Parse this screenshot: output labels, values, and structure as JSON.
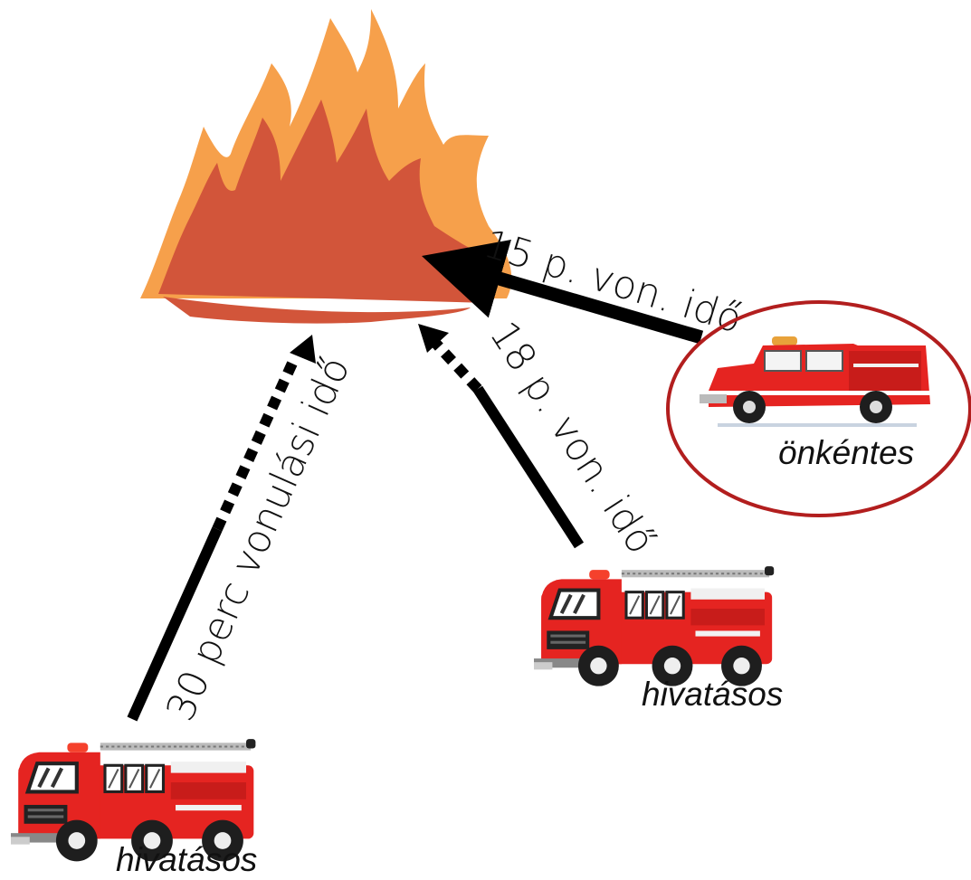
{
  "routes": [
    {
      "id": "volunteer",
      "label": "15 p. von. idő"
    },
    {
      "id": "pro-near",
      "label": "18 p. von. idő"
    },
    {
      "id": "pro-far",
      "label": "30 perc vonulási idő"
    }
  ],
  "trucks": {
    "volunteer": {
      "label": "önkéntes"
    },
    "pro_near": {
      "label": "hivatásos"
    },
    "pro_far": {
      "label": "hivatásos"
    }
  },
  "colors": {
    "flame_outer": "#F6A04B",
    "flame_inner": "#D2553A",
    "truck_red": "#E52421",
    "ellipse": "#B21E1E",
    "arrow": "#000000"
  },
  "icons": [
    "fire-icon",
    "fire-truck-icon"
  ]
}
